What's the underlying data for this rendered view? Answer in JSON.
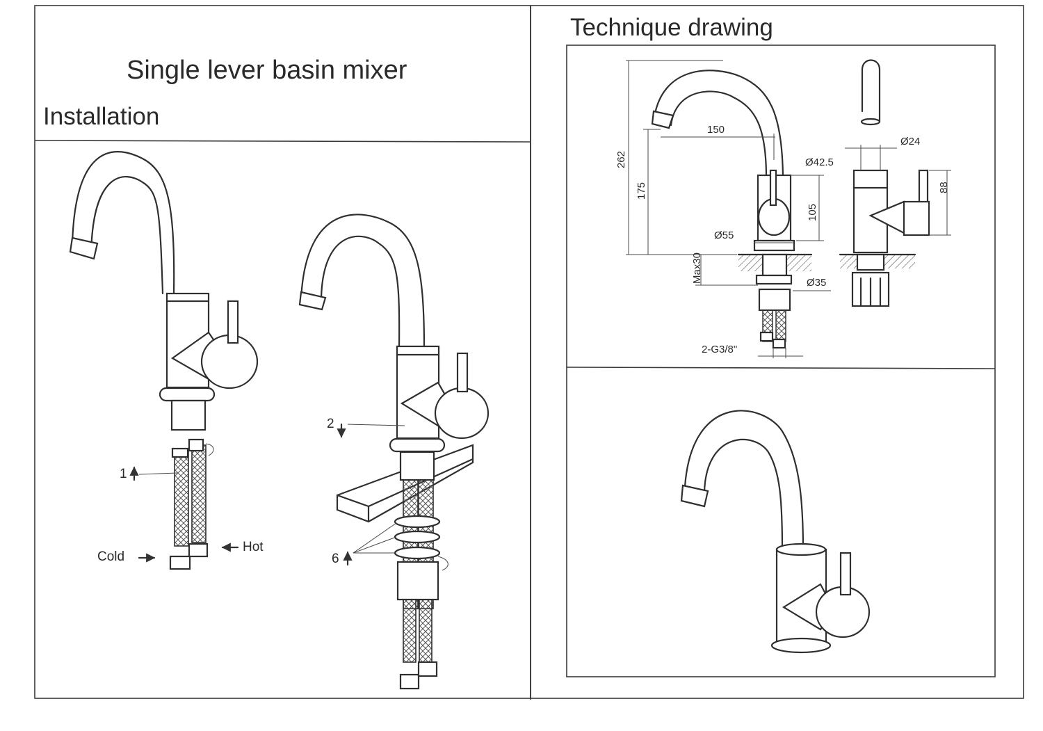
{
  "header": {
    "title": "Single lever basin mixer",
    "installation": "Installation",
    "technique": "Technique drawing"
  },
  "installation": {
    "step1": "1",
    "step2": "2",
    "step6": "6",
    "cold": "Cold",
    "hot": "Hot"
  },
  "technique": {
    "d150": "150",
    "d262": "262",
    "d175": "175",
    "d105": "105",
    "d88": "88",
    "dia24": "Ø24",
    "dia425": "Ø42.5",
    "dia55": "Ø55",
    "dia35": "Ø35",
    "max30": "Max30",
    "thread": "2-G3/8\""
  }
}
